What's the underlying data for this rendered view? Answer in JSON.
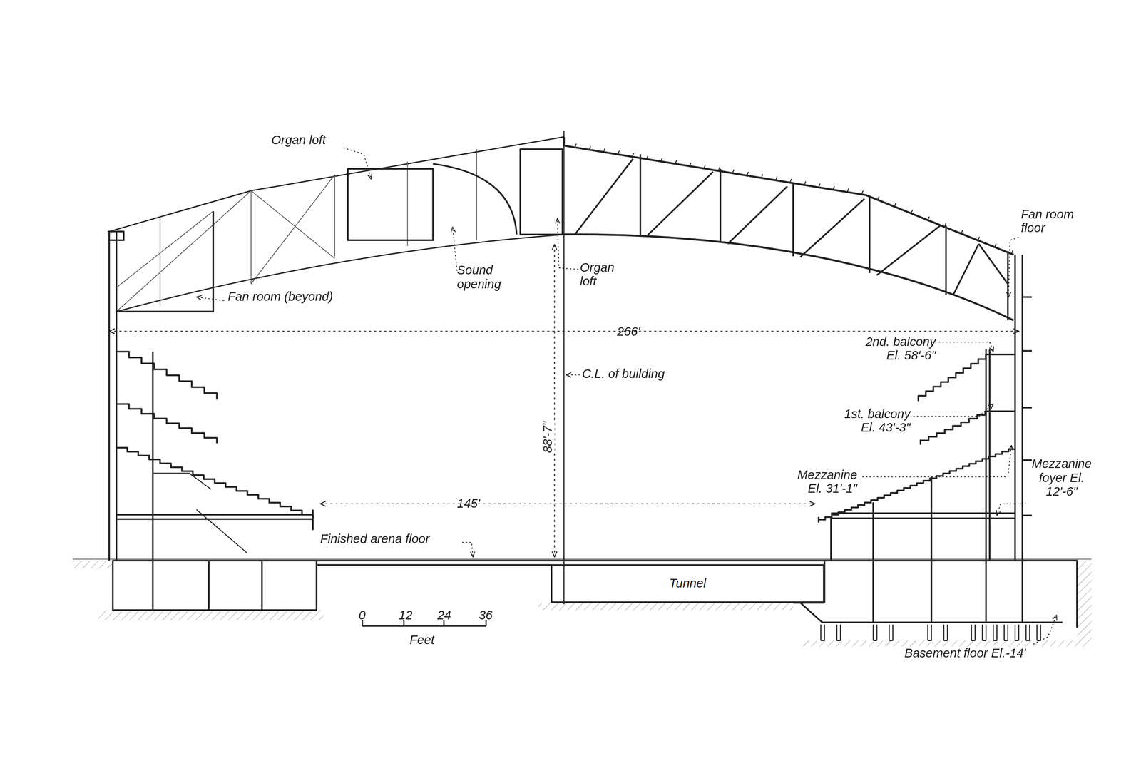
{
  "diagram": {
    "nodes": [
      {
        "text": [
          "Tunnel"
        ]
      }
    ],
    "labels": [
      "Organ loft",
      "Sound opening",
      "Organ loft",
      "Fan room (beyond)",
      "Fan room floor",
      "266'",
      "C.L. of building",
      "88'-7\"",
      "2nd. balcony El. 58'-6\"",
      "1st. balcony El. 43'-3\"",
      "Mezzanine El. 31'-1\"",
      "Mezzanine foyer El. 12'-6\"",
      "145'",
      "Finished arena floor",
      "Basement floor El.-14'",
      "0",
      "12",
      "24",
      "36",
      "Feet"
    ]
  }
}
